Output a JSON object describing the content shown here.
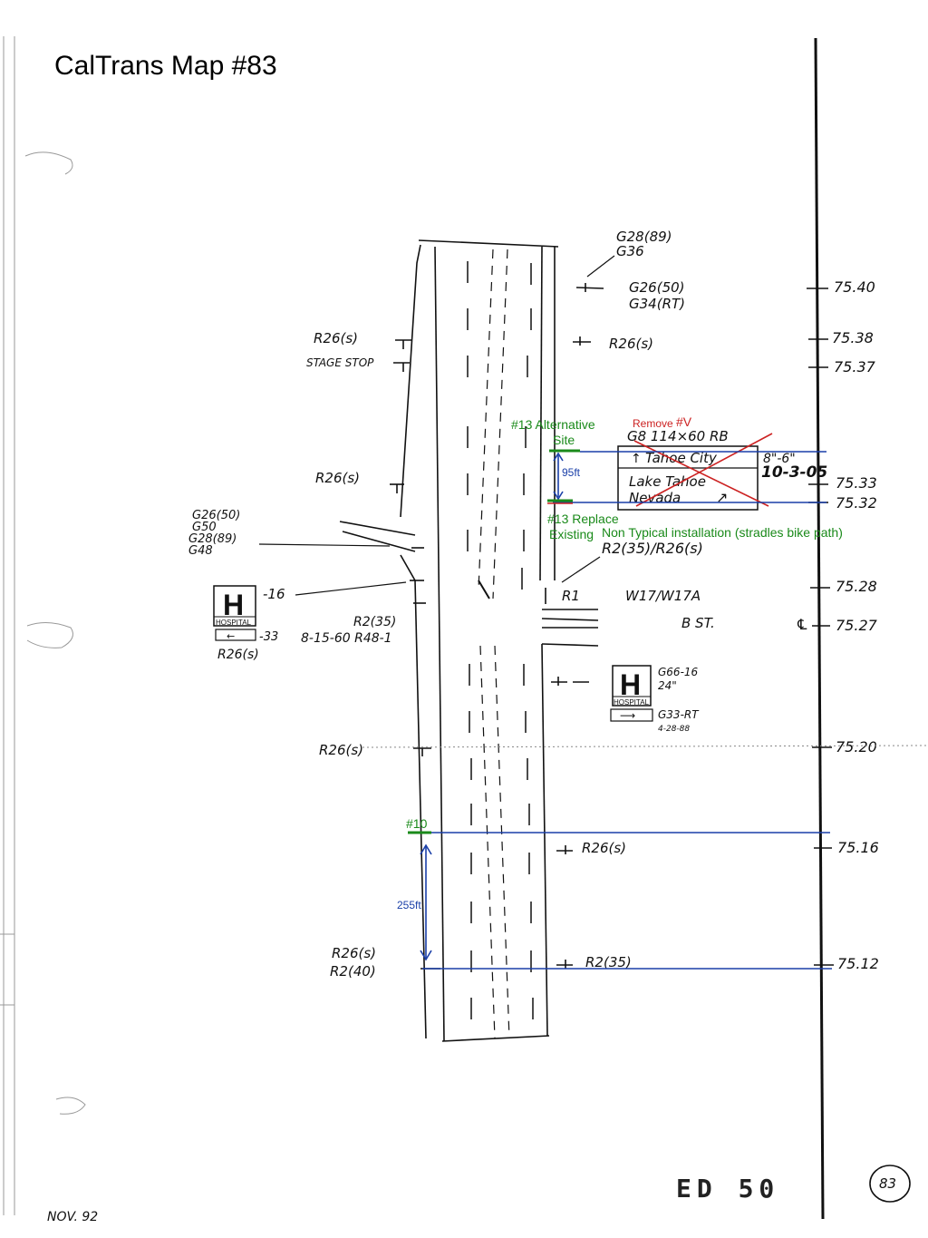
{
  "title": "CalTrans Map #83",
  "labels": {
    "g28_89": "G28(89)",
    "g36": "G36",
    "g26_50": "G26(50)",
    "g34_rt": "G34(RT)",
    "r26s_right_top": "R26(s)",
    "r26s_left_top": "R26(s)",
    "stage_stop": "STAGE STOP",
    "g8_sign": "G8  114×60  RB",
    "tahoe_city": "Tahoe City",
    "lake_tahoe": "Lake Tahoe",
    "nevada": "Nevada",
    "sign_height": "8\"-6\"",
    "sign_date": "10-3-05",
    "r26s_mid_left": "R26(s)",
    "left_cluster_1": "G26(50)",
    "left_cluster_2": "G50",
    "left_cluster_3": "G28(89)",
    "left_cluster_4": "G48",
    "r2_r26": "R2(35)/R26(s)",
    "r1": "R1",
    "w17": "W17/W17A",
    "b_st": "B ST.",
    "hosp_left_16": "-16",
    "hosp_left_33": "-33",
    "hosp_left_r26": "R26(s)",
    "r2_35_left": "R2(35)",
    "r48": "8-15-60 R48-1",
    "g66": "G66-16",
    "g66_size": "24\"",
    "g33": "G33-RT",
    "g33_date": "4-28-88",
    "r26s_lower_left": "R26(s)",
    "r26s_lower_right": "R26(s)",
    "r26s_bottom_left": "R26(s)",
    "r2_40": "R2(40)",
    "r2_35_bottom": "R2(35)",
    "route": "ED  50",
    "page_number": "83",
    "date_footer": "NOV. 92",
    "hospital_word": "HOSPITAL",
    "hospital_letter": "H"
  },
  "postmiles": [
    "75.40",
    "75.38",
    "75.37",
    "75.33",
    "75.32",
    "75.28",
    "75.27",
    "75.20",
    "75.16",
    "75.12"
  ],
  "annotations": {
    "alt_site_line1": "#13 Alternative",
    "alt_site_line2": "Site",
    "remove": "Remove",
    "remove_id": "#V",
    "replace_line1": "#13 Replace",
    "replace_line2": "Existing",
    "non_typical": "Non Typical installation (stradles bike path)",
    "dist_95": "95ft",
    "site_10": "#10",
    "dist_255": "255ft"
  },
  "colors": {
    "annotation_green": "#1a8a1a",
    "annotation_blue": "#1a3fa8",
    "annotation_red": "#cc2222",
    "ink": "#111111"
  }
}
